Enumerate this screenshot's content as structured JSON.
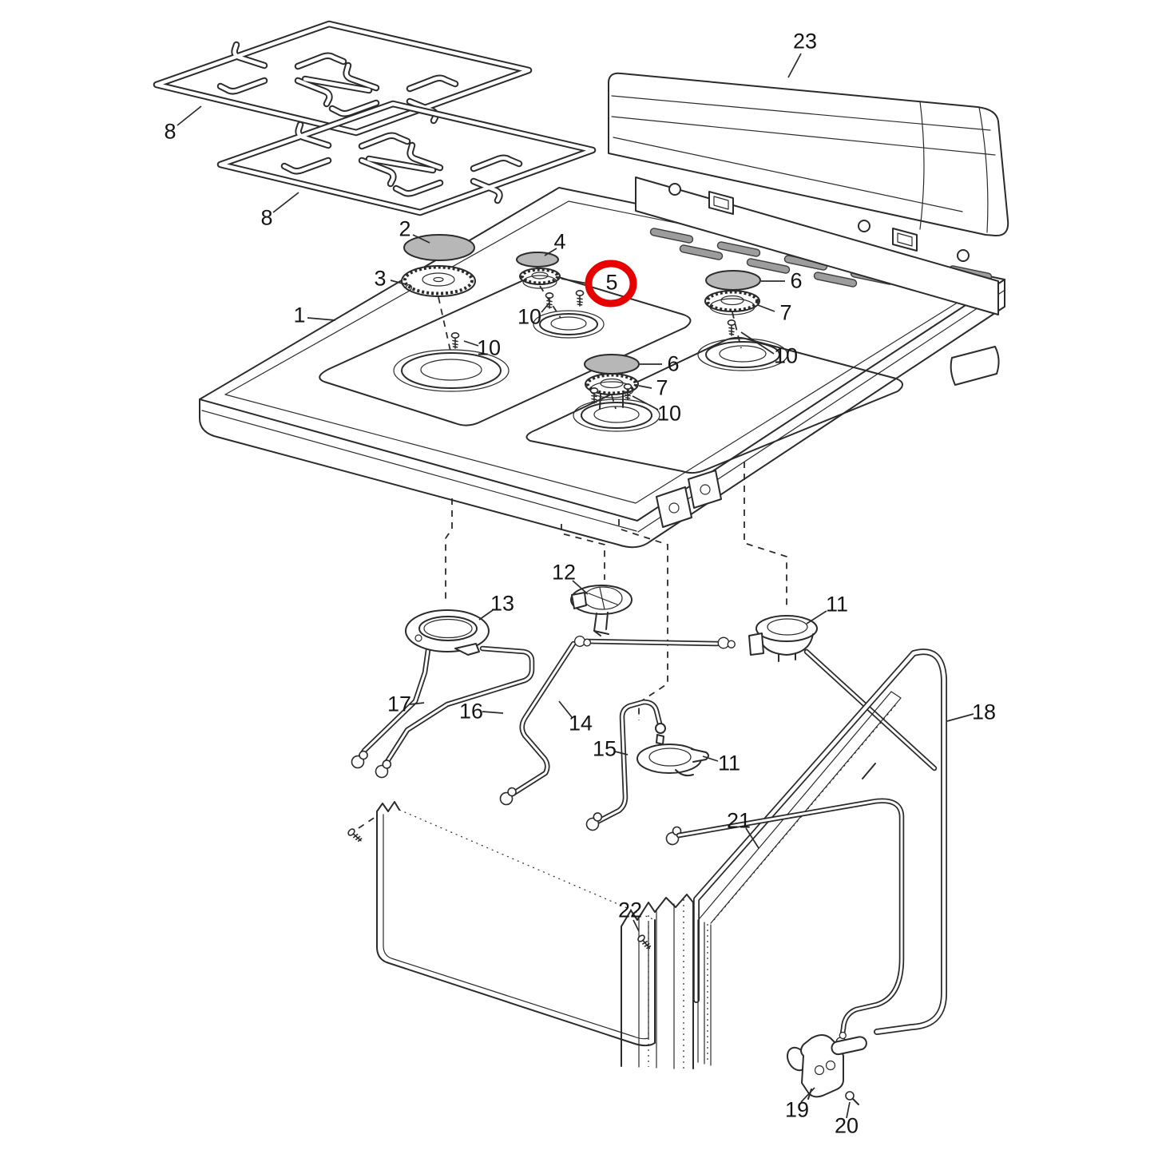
{
  "diagram": {
    "kind": "exploded-parts-diagram",
    "subject": "gas range cooktop and burner assembly",
    "background_color": "#ffffff",
    "line_color": "#2b2b2b",
    "highlight_color": "#e60000",
    "highlighted_part_number": "5",
    "part_numbers_visible": [
      "1",
      "2",
      "3",
      "4",
      "5",
      "6",
      "7",
      "8",
      "10",
      "11",
      "12",
      "13",
      "14",
      "15",
      "16",
      "17",
      "18",
      "19",
      "20",
      "21",
      "22",
      "23"
    ]
  },
  "part_labels": {
    "p1": "1",
    "p2": "2",
    "p3": "3",
    "p4": "4",
    "p5": "5",
    "p6a": "6",
    "p6b": "6",
    "p7a": "7",
    "p7b": "7",
    "p8a": "8",
    "p8b": "8",
    "p10a": "10",
    "p10b": "10",
    "p10c": "10",
    "p10d": "10",
    "p11a": "11",
    "p11b": "11",
    "p12": "12",
    "p13": "13",
    "p14": "14",
    "p15": "15",
    "p16": "16",
    "p17": "17",
    "p18": "18",
    "p19": "19",
    "p20": "20",
    "p21": "21",
    "p22": "22",
    "p23": "23"
  }
}
